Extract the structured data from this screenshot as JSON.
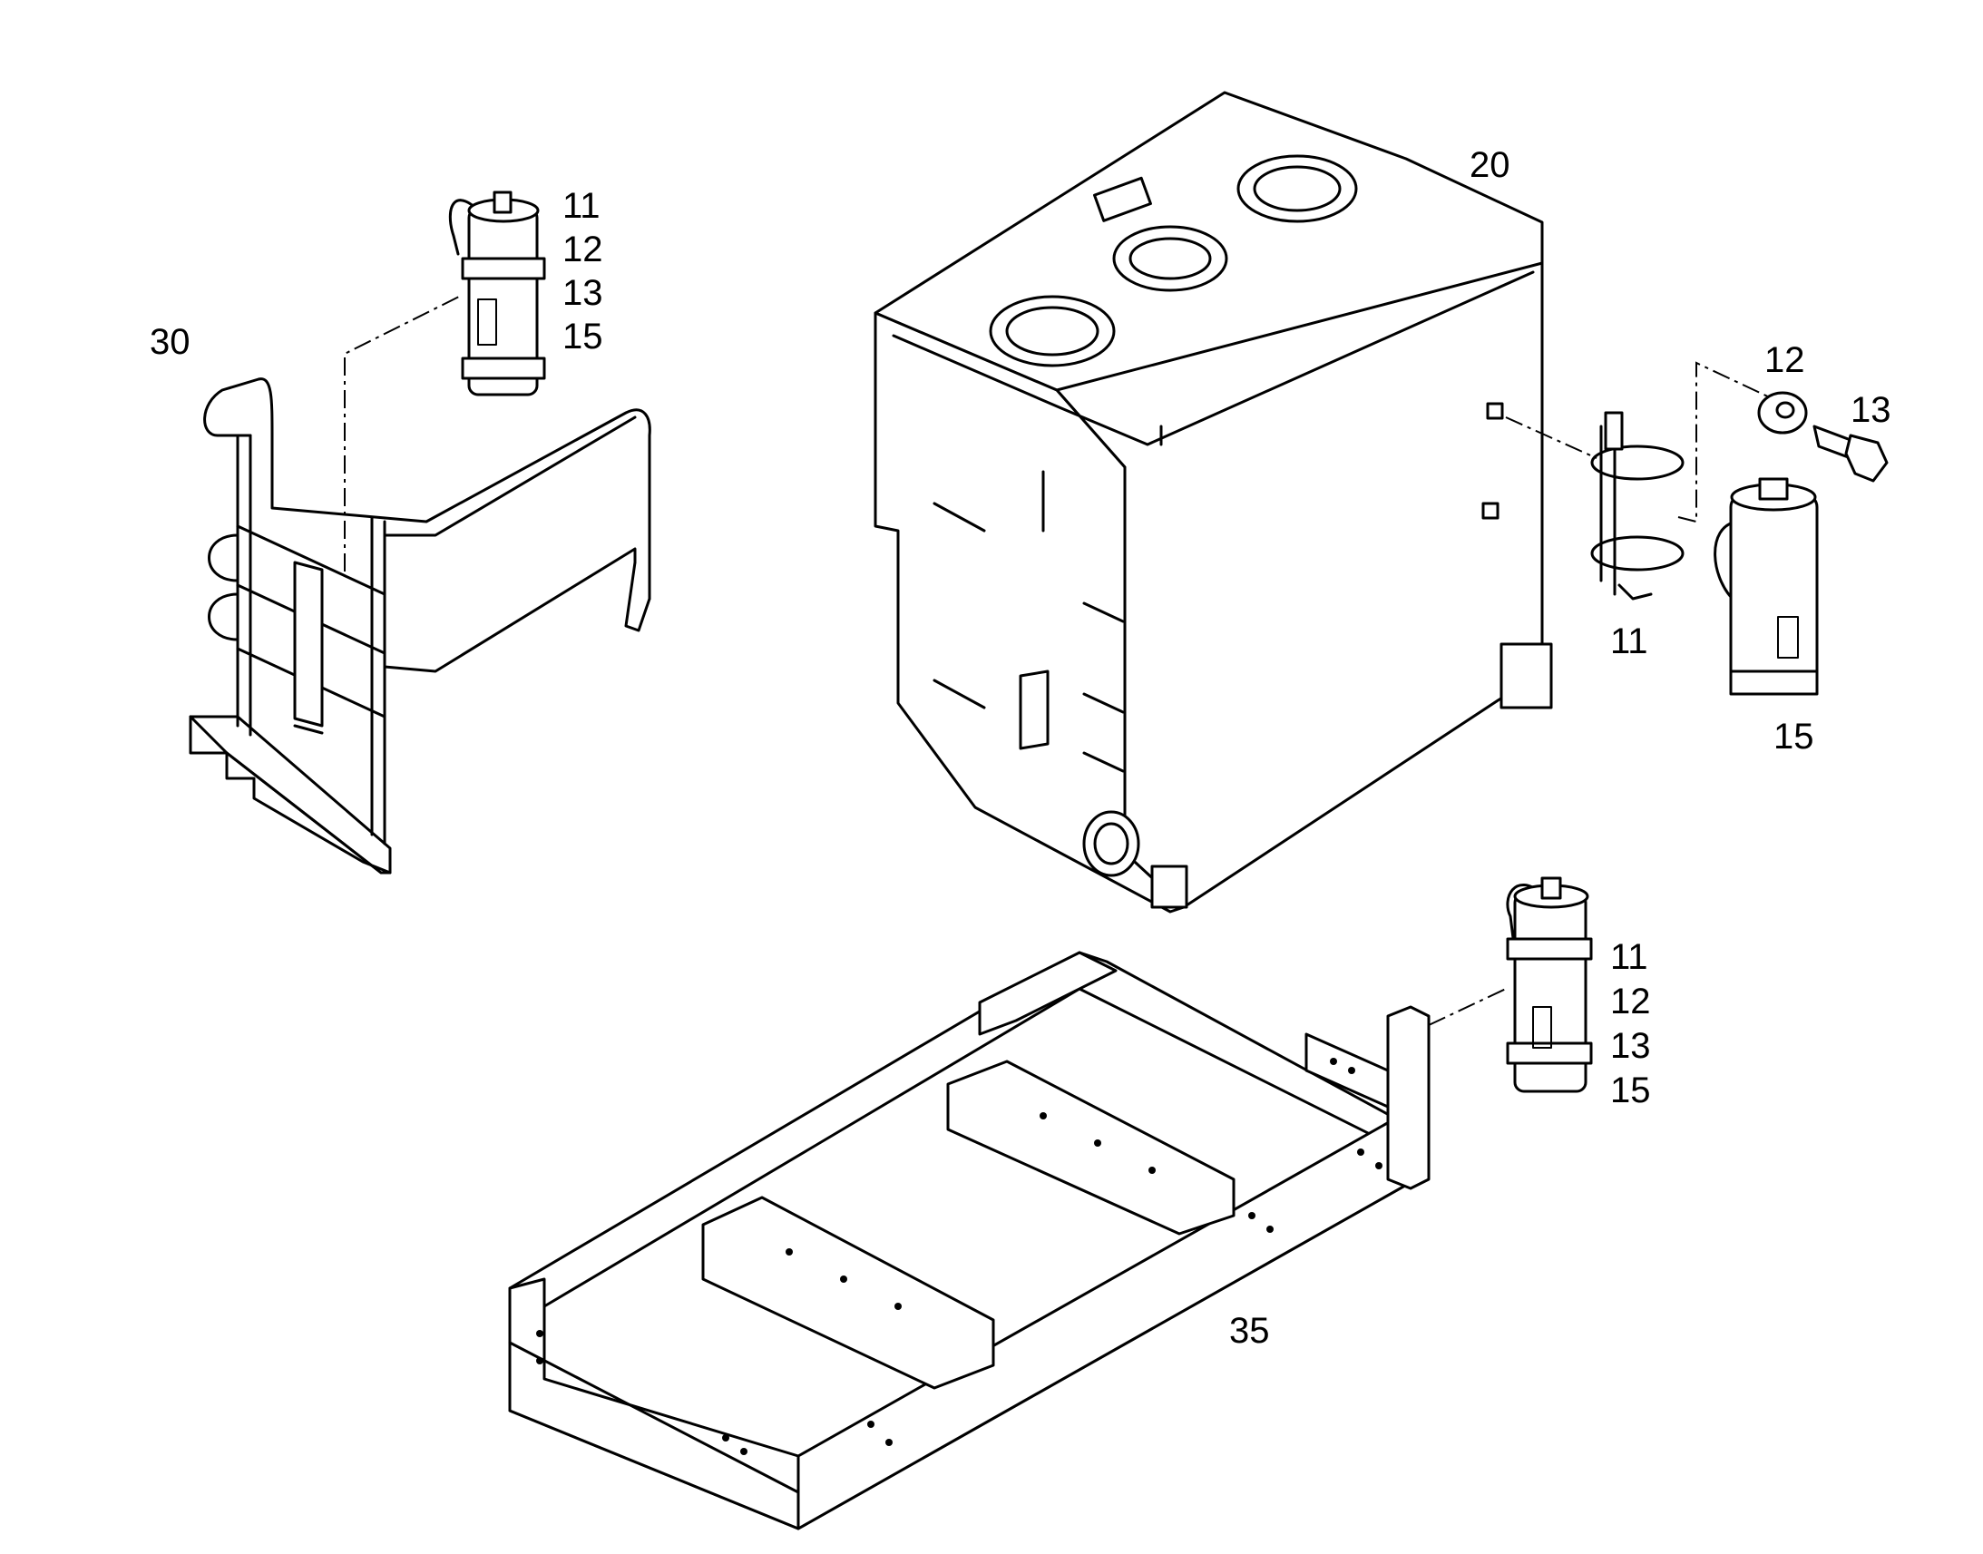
{
  "labels": {
    "top_left_extinguisher": [
      "11",
      "12",
      "13",
      "15"
    ],
    "ladder": "30",
    "tank": "20",
    "right_washer": "12",
    "right_bolt": "13",
    "right_bracket": "11",
    "right_extinguisher": "15",
    "bottom_extinguisher": [
      "11",
      "12",
      "13",
      "15"
    ],
    "base_frame": "35"
  }
}
